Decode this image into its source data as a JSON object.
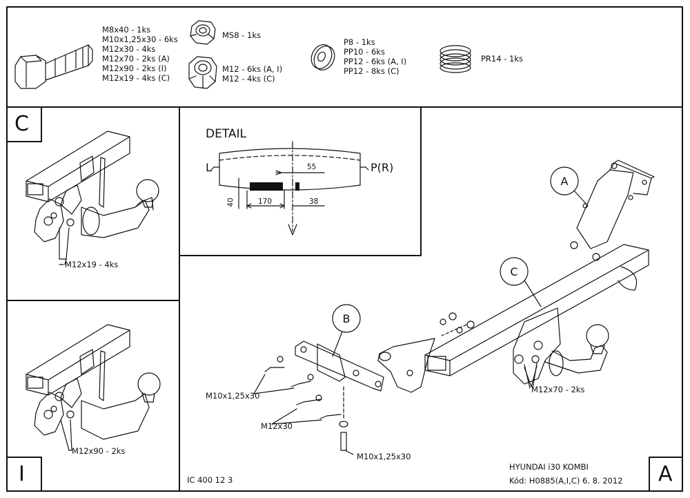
{
  "parts": {
    "bolts": [
      "M8x40 - 1ks",
      "M10x1,25x30 - 6ks",
      "M12x30 - 4ks",
      "M12x70 - 2ks (A)",
      "M12x90 - 2ks (I)",
      "M12x19 - 4ks (C)"
    ],
    "nut_ms8": "MS8 - 1ks",
    "nuts_m12": [
      "M12 - 6ks (A, I)",
      "M12 - 4ks (C)"
    ],
    "washers": [
      "P8 - 1ks",
      "PP10 - 6ks",
      "PP12 - 6ks (A, I)",
      "PP12 - 8ks (C)"
    ],
    "spring": "PR14 - 1ks"
  },
  "panels": {
    "c_letter": "C",
    "c_bolt": "M12x19 - 4ks",
    "i_letter": "I",
    "i_bolt": "M12x90 - 2ks",
    "a_letter": "A"
  },
  "detail": {
    "title": "DETAIL",
    "left": "L",
    "right": "P(R)",
    "dim_55": "55",
    "dim_40": "40",
    "dim_170": "170",
    "dim_38": "38"
  },
  "assembly": {
    "label_a": "A",
    "label_b": "B",
    "label_c": "C",
    "bolt_m12x70": "M12x70 - 2ks",
    "bolt_m10_upper": "M10x1,25x30",
    "bolt_m12x30": "M12x30",
    "bolt_m10_lower": "M10x1,25x30"
  },
  "footer": {
    "code": "IC 400 12 3",
    "model": "HYUNDAI i30 KOMBI",
    "kod": "Kód: H0885(A,I,C)  6. 8. 2012"
  }
}
